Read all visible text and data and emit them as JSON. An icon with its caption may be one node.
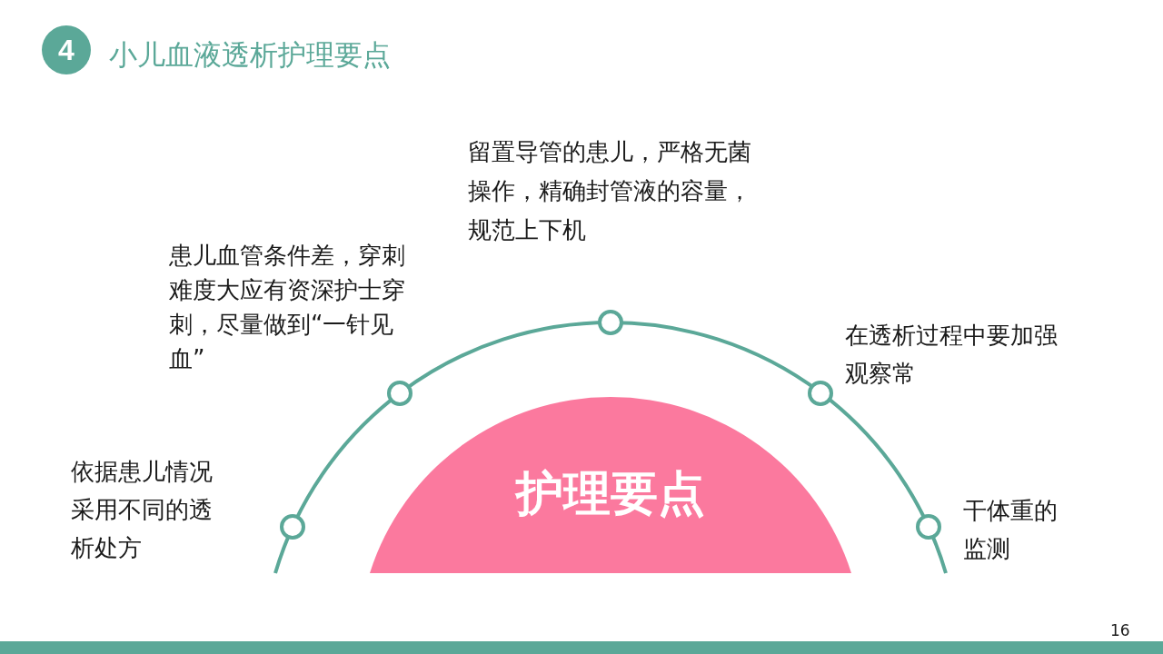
{
  "diagram": {
    "title": "小儿血液透析护理要点",
    "nodes": [
      {
        "text": [
          "4"
        ]
      },
      {
        "text": [
          "护理要点"
        ]
      }
    ],
    "labels": [
      "留置导管的患儿，严格无菌操作，精确封管液的容量，规范上下机",
      "患儿血管条件差，穿刺难度大应有资深护士穿刺，尽量做到“一针见血”",
      "在透析过程中要加强观察常",
      "依据患儿情况采用不同的透析处方",
      "干体重的监测",
      "16"
    ]
  }
}
